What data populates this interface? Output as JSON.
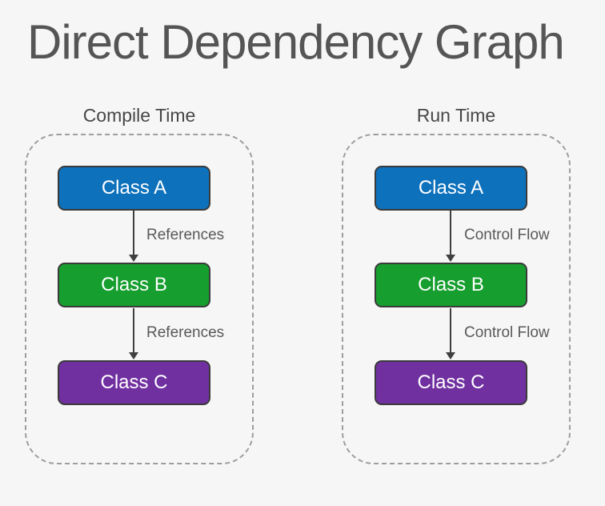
{
  "page": {
    "title": "Direct Dependency Graph",
    "background_color": "#f6f6f6"
  },
  "colors": {
    "title_text": "#555555",
    "panel_title_text": "#474747",
    "dashed_border": "#9e9e9e",
    "node_border": "#3a3a3a",
    "node_text": "#ffffff",
    "arrow": "#3f3f3f",
    "edge_label_text": "#595959"
  },
  "panels": [
    {
      "title": "Compile Time",
      "nodes": [
        {
          "label": "Class A",
          "color": "#0e71bc"
        },
        {
          "label": "Class B",
          "color": "#169e2e"
        },
        {
          "label": "Class C",
          "color": "#7030a0"
        }
      ],
      "edges": [
        {
          "label": "References"
        },
        {
          "label": "References"
        }
      ]
    },
    {
      "title": "Run Time",
      "nodes": [
        {
          "label": "Class A",
          "color": "#0e71bc"
        },
        {
          "label": "Class B",
          "color": "#169e2e"
        },
        {
          "label": "Class C",
          "color": "#7030a0"
        }
      ],
      "edges": [
        {
          "label": "Control Flow"
        },
        {
          "label": "Control Flow"
        }
      ]
    }
  ]
}
